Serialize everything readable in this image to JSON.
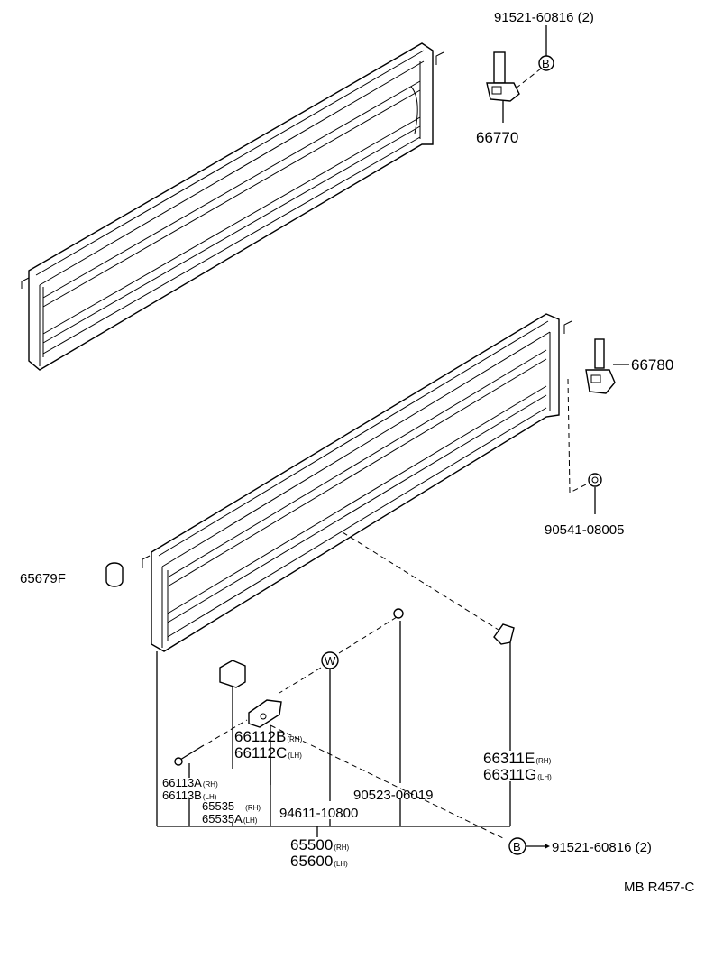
{
  "labels": {
    "p91521_top": "91521-60816 (2)",
    "p66770": "66770",
    "p66780": "66780",
    "p90541": "90541-08005",
    "p65679f": "65679F",
    "p66112b": "66112B",
    "p66112b_side": "(RH)",
    "p66112c": "66112C",
    "p66112c_side": "(LH)",
    "p66311e": "66311E",
    "p66311e_side": "(RH)",
    "p66311g": "66311G",
    "p66311g_side": "(LH)",
    "p66113a": "66113A",
    "p66113a_side": "(RH)",
    "p66113b": "66113B",
    "p66113b_side": "(LH)",
    "p65535": "65535",
    "p65535_side": "(RH)",
    "p65535a": "65535A",
    "p65535a_side": "(LH)",
    "p90523": "90523-06019",
    "p94611": "94611-10800",
    "p65500": "65500",
    "p65500_side": "(RH)",
    "p65600": "65600",
    "p65600_side": "(LH)",
    "p91521_bottom": "91521-60816 (2)",
    "ref_code": "MB R457-C"
  },
  "symbols": {
    "b_marker": "B",
    "w_marker": "W"
  }
}
